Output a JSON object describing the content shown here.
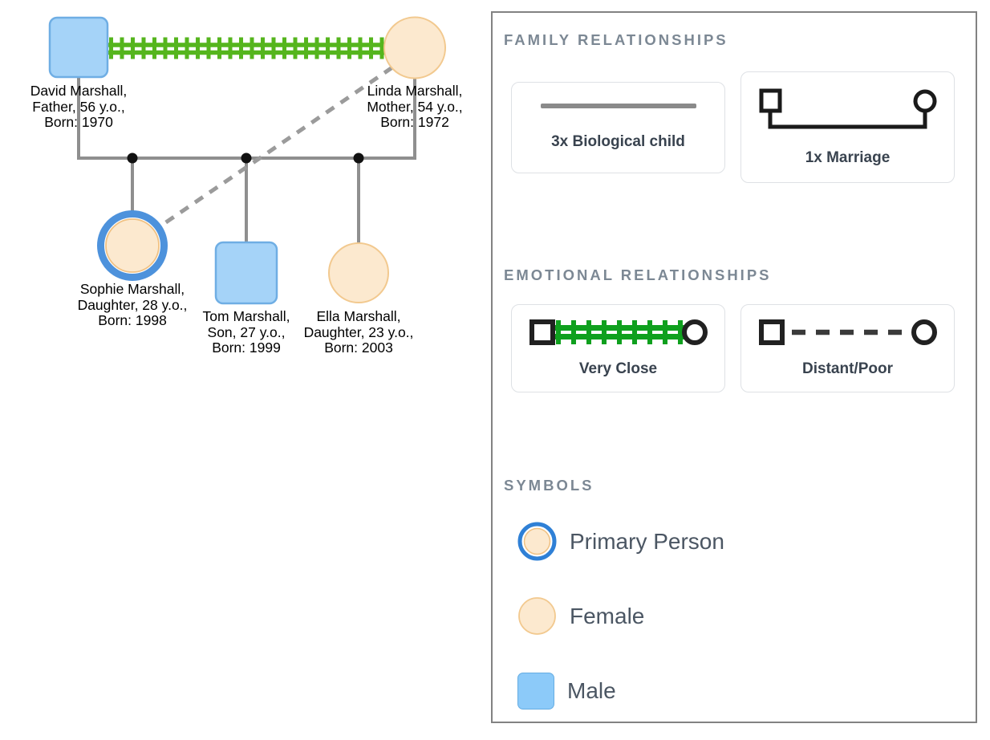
{
  "genogram": {
    "persons": [
      {
        "key": "david",
        "symbol": "male-square",
        "lines": [
          "David Marshall,",
          "Father, 56 y.o.,",
          "Born: 1970"
        ]
      },
      {
        "key": "linda",
        "symbol": "female-circle",
        "lines": [
          "Linda Marshall,",
          "Mother, 54 y.o.,",
          "Born: 1972"
        ]
      },
      {
        "key": "sophie",
        "symbol": "primary-female-circle",
        "lines": [
          "Sophie Marshall,",
          "Daughter, 28 y.o.,",
          "Born: 1998"
        ]
      },
      {
        "key": "tom",
        "symbol": "male-square",
        "lines": [
          "Tom Marshall,",
          "Son, 27 y.o.,",
          "Born: 1999"
        ]
      },
      {
        "key": "ella",
        "symbol": "female-circle",
        "lines": [
          "Ella Marshall,",
          "Daughter, 23 y.o.,",
          "Born: 2003"
        ]
      }
    ],
    "relationships": [
      {
        "type": "marriage",
        "between": [
          "David Marshall",
          "Linda Marshall"
        ]
      },
      {
        "type": "very-close",
        "between": [
          "David Marshall",
          "Linda Marshall"
        ]
      },
      {
        "type": "distant-poor",
        "between": [
          "Linda Marshall",
          "Sophie Marshall"
        ]
      },
      {
        "type": "biological-child",
        "children": [
          "Sophie Marshall",
          "Tom Marshall",
          "Ella Marshall"
        ]
      }
    ]
  },
  "legend": {
    "family_section_title": "FAMILY RELATIONSHIPS",
    "family_items": [
      {
        "label": "3x Biological child"
      },
      {
        "label": "1x Marriage"
      }
    ],
    "emotional_section_title": "EMOTIONAL RELATIONSHIPS",
    "emotional_items": [
      {
        "label": "Very Close"
      },
      {
        "label": "Distant/Poor"
      }
    ],
    "symbols_section_title": "SYMBOLS",
    "symbol_items": [
      {
        "label": "Primary Person"
      },
      {
        "label": "Female"
      },
      {
        "label": "Male"
      }
    ]
  },
  "colors": {
    "male_fill": "#A5D3F8",
    "male_border": "#6FAEE4",
    "male_swatch_fill": "#8CCAF9",
    "female_fill": "#FCE9CF",
    "female_border": "#F2C98F",
    "primary_ring_blue": "#4D92DC",
    "very_close_green_diagram": "#55B51D",
    "very_close_green_legend": "#0FA01E",
    "family_line_gray": "#8F8F8F",
    "distant_dash_gray": "#9B9B9B",
    "panel_border": "#828282",
    "section_title_color": "#7C8894",
    "card_label_color": "#39434F",
    "symbol_label_color": "#4B5663"
  }
}
